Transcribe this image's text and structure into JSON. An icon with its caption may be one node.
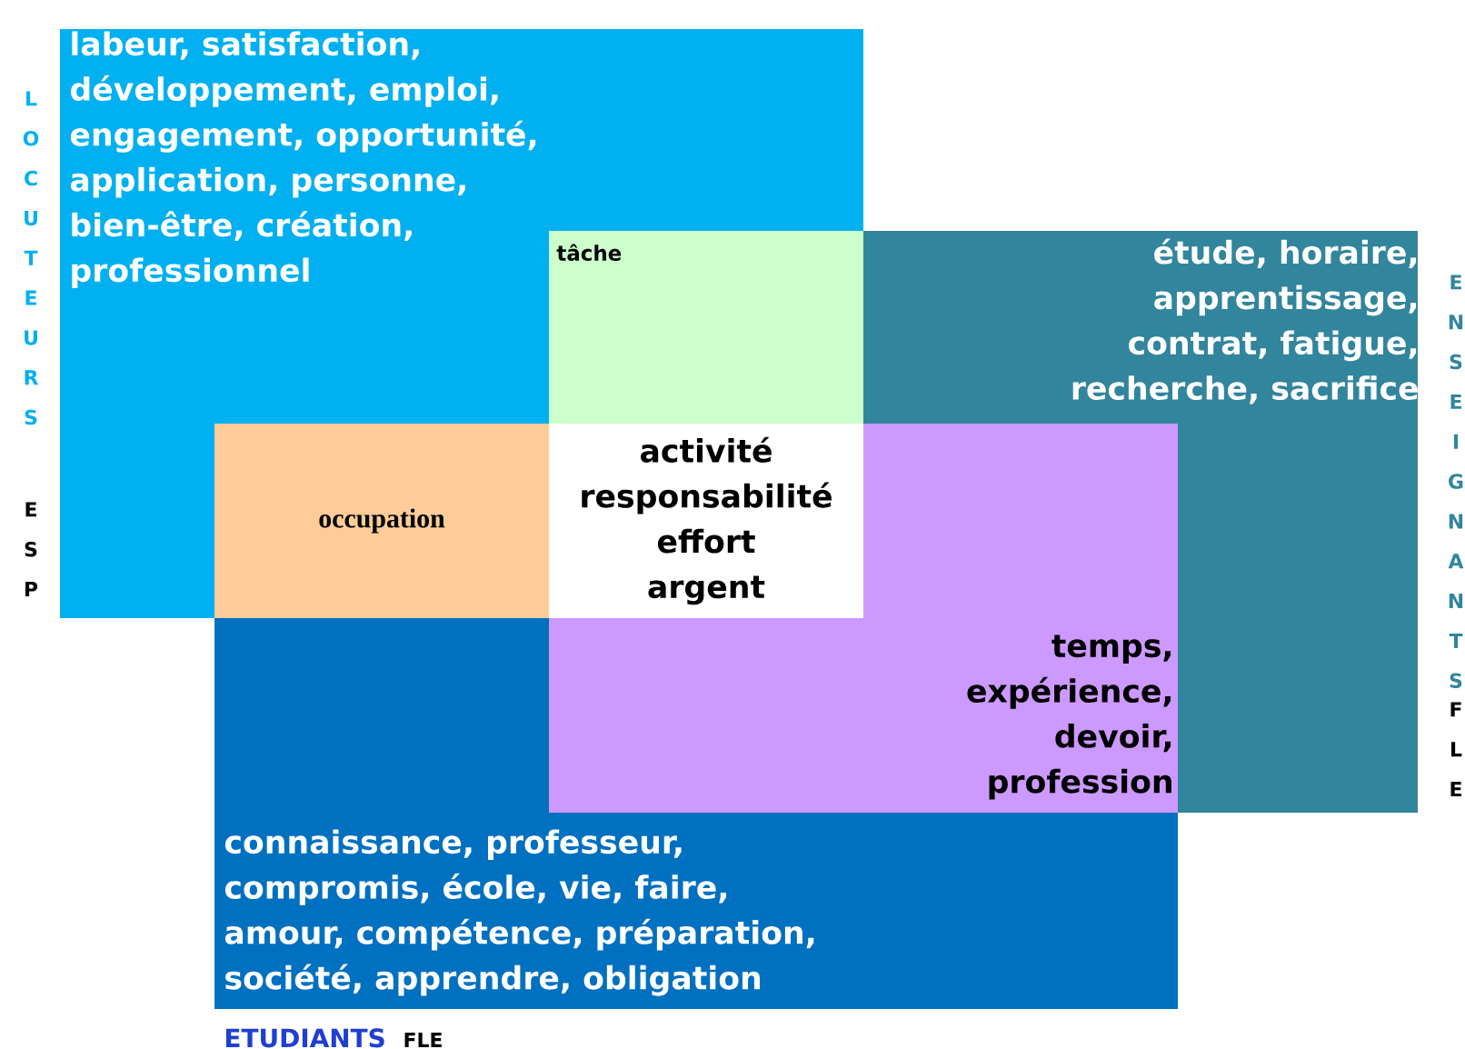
{
  "diagram": {
    "nodes": [
      {
        "text": [
          "labeur, satisfaction, développement, emploi, engagement, opportunité, application, personne, bien-être, création, professionnel"
        ],
        "beside": [
          "LOCUTEURS",
          "ESP"
        ]
      },
      {
        "text": [
          "tâche"
        ]
      },
      {
        "text": [
          "étude, horaire, apprentissage, contrat, fatigue, recherche, sacrifice"
        ],
        "beside": [
          "ENSEIGNANTS",
          "FLE"
        ]
      },
      {
        "text": [
          "occupation"
        ]
      },
      {
        "text": [
          "activité",
          "responsabilité",
          "effort",
          "argent"
        ]
      },
      {
        "text": [
          "temps, expérience, devoir, profession"
        ]
      },
      {
        "text": [
          "connaissance, professeur, compromis, école, vie, faire, amour, compétence, préparation, société, apprendre, obligation"
        ],
        "beside": [
          "ETUDIANTS",
          "FLE"
        ]
      }
    ]
  }
}
